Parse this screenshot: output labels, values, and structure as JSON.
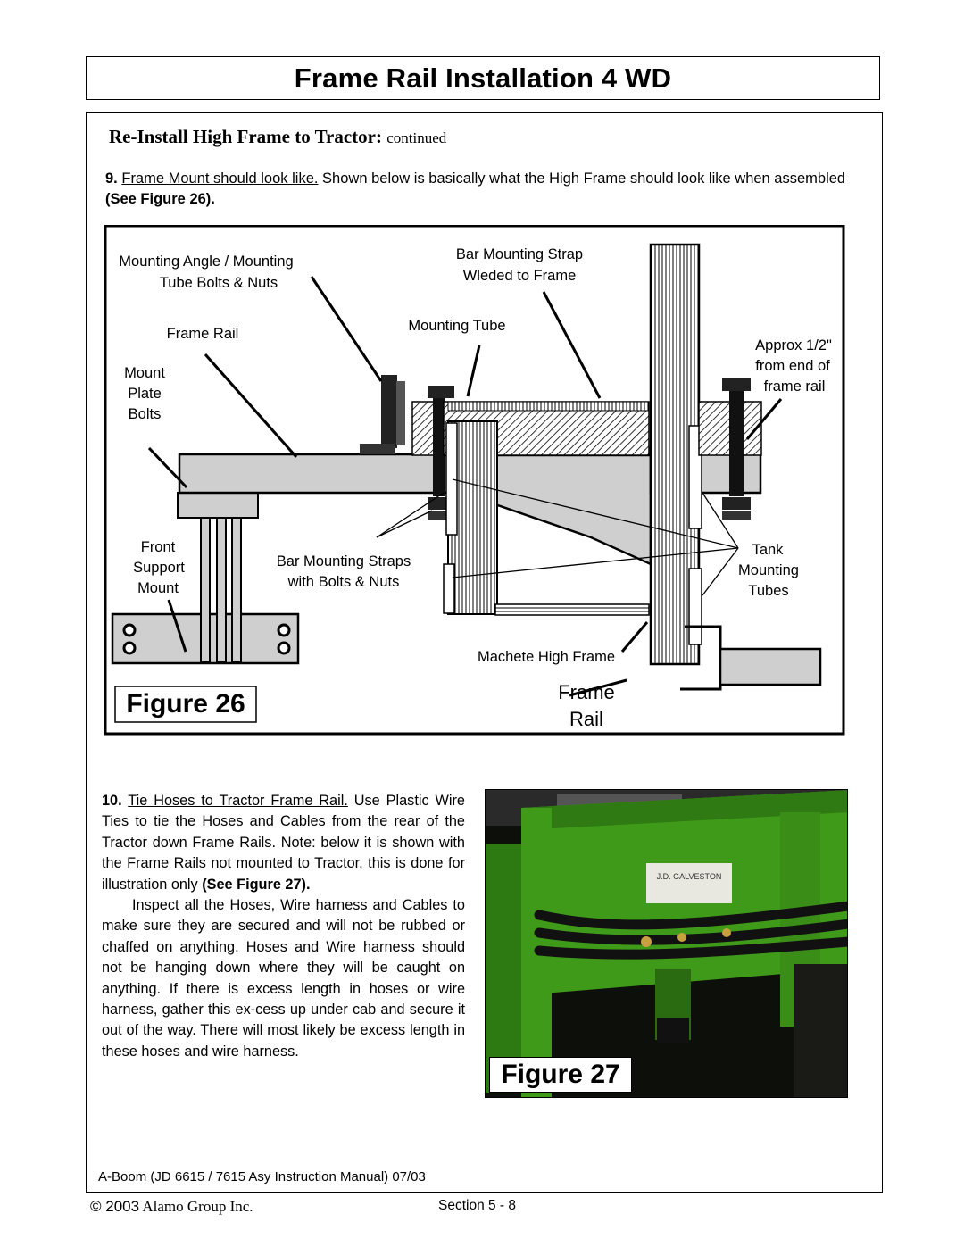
{
  "page": {
    "title": "Frame Rail Installation 4 WD",
    "subheading": "Re-Install  High Frame to Tractor:",
    "subheading_cont": "continued"
  },
  "step9": {
    "number": "9.",
    "lead": "Frame Mount should look like.",
    "text": " Shown below is basically what the High Frame should look like when assembled ",
    "ref": "(See Figure 26)",
    "end": "."
  },
  "figure26": {
    "caption": "Figure 26",
    "labels": {
      "mounting_angle_1": "Mounting Angle / Mounting",
      "mounting_angle_2": "Tube Bolts & Nuts",
      "bar_strap_1": "Bar Mounting Strap",
      "bar_strap_2": "Wleded to Frame",
      "mounting_tube": "Mounting Tube",
      "frame_rail_left": "Frame Rail",
      "approx_1": "Approx 1/2\"",
      "approx_2": "from end of",
      "approx_3": "frame rail",
      "mount_plate_1": "Mount",
      "mount_plate_2": "Plate",
      "mount_plate_3": "Bolts",
      "front_support_1": "Front",
      "front_support_2": "Support",
      "front_support_3": "Mount",
      "straps_1": "Bar Mounting Straps",
      "straps_2": "with Bolts & Nuts",
      "tank_1": "Tank",
      "tank_2": "Mounting",
      "tank_3": "Tubes",
      "machete": "Machete High Frame",
      "frame_rail_bottom_1": "Frame",
      "frame_rail_bottom_2": "Rail"
    }
  },
  "step10": {
    "number": "10.",
    "lead": "Tie Hoses to Tractor Frame Rail.",
    "text": " Use Plastic Wire Ties to tie the Hoses and Cables from the rear of the Tractor down Frame Rails. Note: below it is shown with the Frame Rails not mounted to Tractor, this is done for illustration only ",
    "ref": "(See Figure 27)",
    "end": ".",
    "para2": "Inspect all the Hoses, Wire harness and Cables to make sure they are secured and will not be rubbed or chaffed on anything. Hoses and Wire harness should not be hanging down where they will be caught on anything. If there is excess length in hoses or wire harness, gather this ex-cess up under cab and secure it out of the way. There will most likely be excess length in these hoses and wire harness."
  },
  "figure27": {
    "caption": "Figure 27",
    "decal": "J.D. GALVESTON"
  },
  "footer": {
    "manual": "A-Boom  (JD 6615 / 7615 Asy Instruction  Manual) 07/03",
    "copyright_year": "© 2003",
    "copyright_company": " Alamo Group Inc.",
    "section": "Section 5 - 8"
  },
  "colors": {
    "frame_gray": "#cfcfcf",
    "tractor_green": "#3f9a1a"
  }
}
